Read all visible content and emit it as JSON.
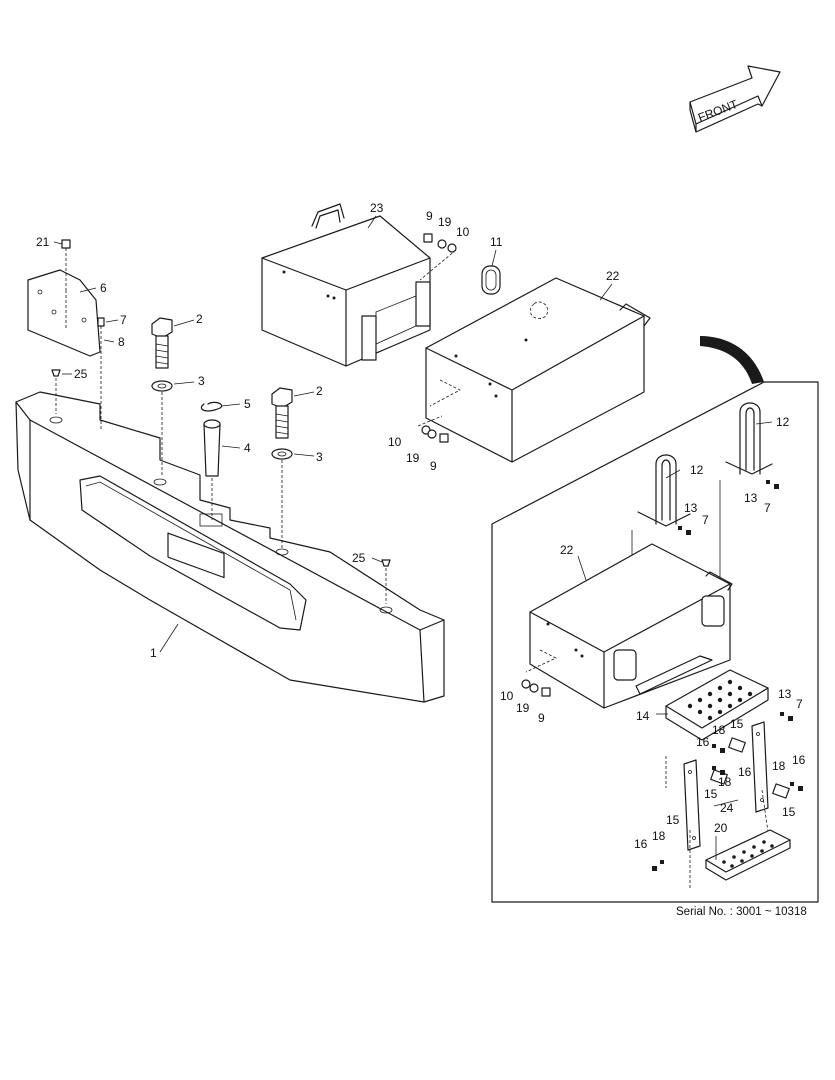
{
  "front_label": "FRONT",
  "serial_number": "Serial No. : 3001 ~ 10318",
  "callouts": [
    "1",
    "2",
    "2",
    "3",
    "3",
    "4",
    "5",
    "6",
    "7",
    "8",
    "21",
    "25",
    "25",
    "23",
    "9",
    "19",
    "10",
    "11",
    "22",
    "10",
    "19",
    "9",
    "12",
    "12",
    "13",
    "7",
    "13",
    "7",
    "22",
    "10",
    "19",
    "9",
    "14",
    "15",
    "16",
    "18",
    "13",
    "7",
    "16",
    "18",
    "15",
    "24",
    "15",
    "18",
    "16",
    "15",
    "18",
    "16",
    "20"
  ]
}
